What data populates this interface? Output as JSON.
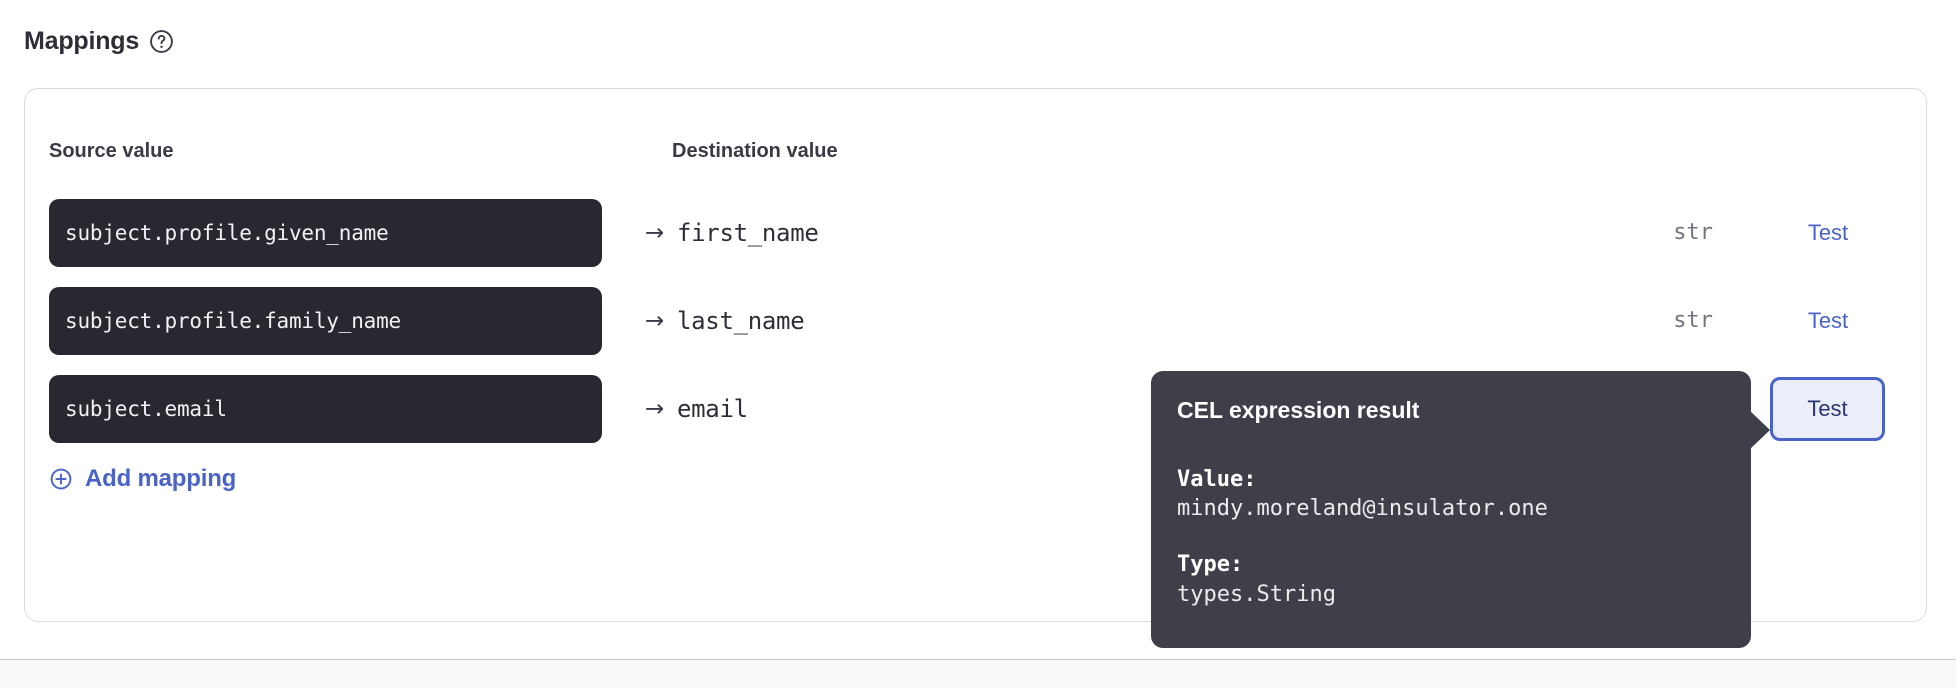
{
  "section": {
    "title": "Mappings",
    "help_icon": "question-circle-icon"
  },
  "card": {
    "columns": {
      "source": "Source value",
      "destination": "Destination value"
    },
    "arrow_glyph": "→",
    "rows": [
      {
        "source": "subject.profile.given_name",
        "destination": "first_name",
        "type": "str",
        "action": "Test",
        "focused": false
      },
      {
        "source": "subject.profile.family_name",
        "destination": "last_name",
        "type": "str",
        "action": "Test",
        "focused": false
      },
      {
        "source": "subject.email",
        "destination": "email",
        "type": "",
        "action": "Test",
        "focused": true
      }
    ],
    "add_mapping": {
      "label": "Add mapping",
      "icon": "plus-circle-icon"
    }
  },
  "tooltip": {
    "title": "CEL expression result",
    "value_label": "Value:",
    "value": "mindy.moreland@insulator.one",
    "type_label": "Type:",
    "type_value": "types.String"
  },
  "colors": {
    "accent": "#4a63c8",
    "field_bg": "#292830",
    "tooltip_bg": "#3f3f4a",
    "card_border": "#dcdce2",
    "text": "#2e2e38",
    "muted": "#75757f",
    "focus_fill": "#ebedf9"
  }
}
